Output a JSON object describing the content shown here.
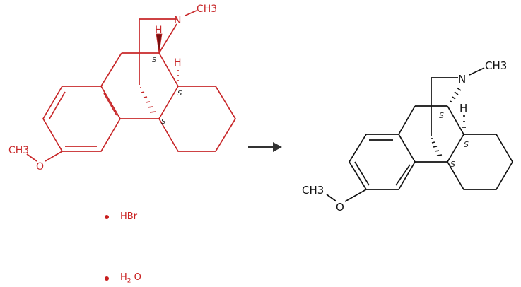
{
  "diagram": {
    "type": "chemical-reaction",
    "colors": {
      "reactant": "#c8282a",
      "product": "#111111",
      "arrow": "#333333",
      "stereo_label": "#222222"
    },
    "reactant": {
      "name": "dextromethorphan-like morphinan (reactant)",
      "labels": {
        "n": "N",
        "n_methyl": "CH3",
        "o": "O",
        "o_methyl": "CH3",
        "h1": "H",
        "h2": "H"
      },
      "stereo": [
        "S",
        "S",
        "S"
      ]
    },
    "arrow": {
      "direction": "right"
    },
    "product": {
      "name": "morphinan (product)",
      "labels": {
        "n": "N",
        "n_methyl": "CH3",
        "o": "O",
        "o_methyl": "CH3",
        "h": "H"
      },
      "stereo": [
        "S",
        "S",
        "S"
      ]
    },
    "reagents": [
      {
        "label": "HBr"
      },
      {
        "label": "H",
        "sub": "2",
        "suffix": " O"
      }
    ]
  }
}
